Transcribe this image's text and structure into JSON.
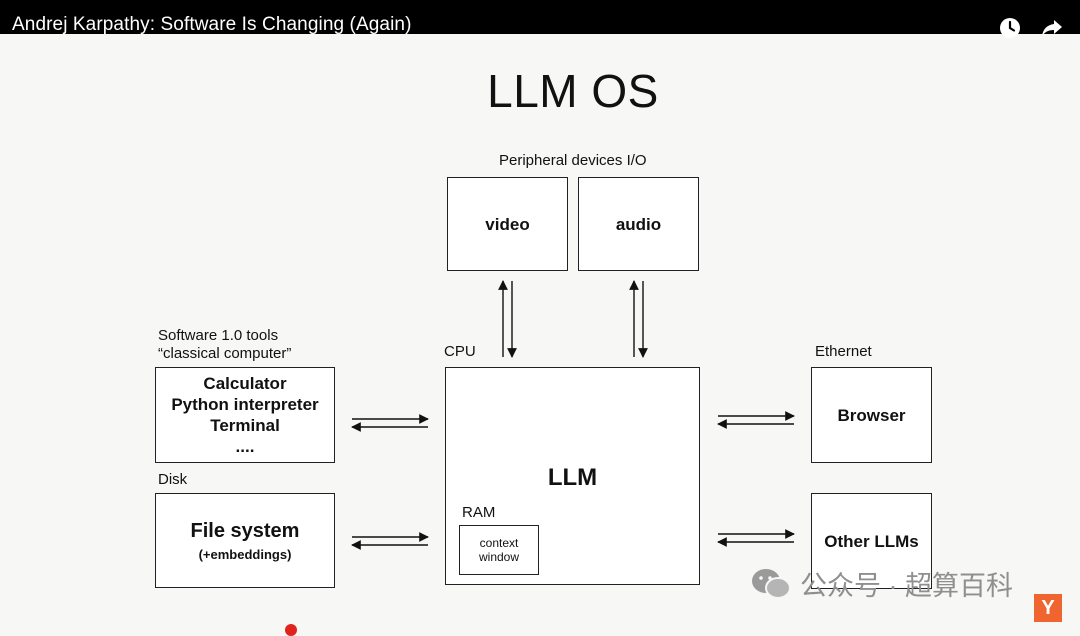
{
  "video": {
    "title": "Andrej Karpathy: Software Is Changing (Again)",
    "icons": [
      "clock-icon",
      "share-icon"
    ]
  },
  "slide": {
    "title": "LLM OS",
    "peripheral_label": "Peripheral devices I/O",
    "video_box": "video",
    "audio_box": "audio",
    "tools_label_1": "Software 1.0 tools",
    "tools_label_2": "“classical computer”",
    "tools_items": [
      "Calculator",
      "Python interpreter",
      "Terminal",
      "...."
    ],
    "disk_label": "Disk",
    "fs_title": "File system",
    "fs_sub": "(+embeddings)",
    "cpu_label": "CPU",
    "llm_label": "LLM",
    "ram_label": "RAM",
    "context_line1": "context",
    "context_line2": "window",
    "ethernet_label": "Ethernet",
    "browser_box": "Browser",
    "other_box": "Other LLMs"
  },
  "watermark": {
    "text": "公众号 · 超算百科",
    "icon": "wechat-icon"
  },
  "badge": {
    "text": "Y",
    "color": "#f0652f"
  }
}
